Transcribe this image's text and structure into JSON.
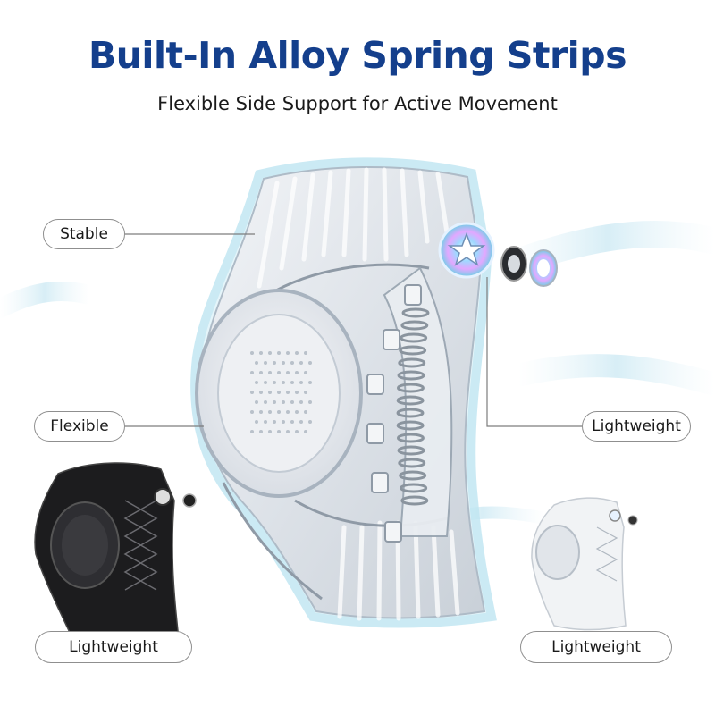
{
  "header": {
    "title": "Built-In Alloy Spring Strips",
    "subtitle": "Flexible Side Support for Active Movement"
  },
  "callouts": {
    "stable": "Stable",
    "flexible": "Flexible",
    "lightweight_right": "Lightweight",
    "lightweight_bottom_left": "Lightweight",
    "lightweight_bottom_right": "Lightweight"
  },
  "colors": {
    "title": "#143f8c",
    "sleeve_main": "#dfe3e8",
    "sleeve_black": "#1c1c1e",
    "accent_glow": "#bfe6f2"
  },
  "icons": {
    "hinge_badge": "star-badge-icon"
  }
}
